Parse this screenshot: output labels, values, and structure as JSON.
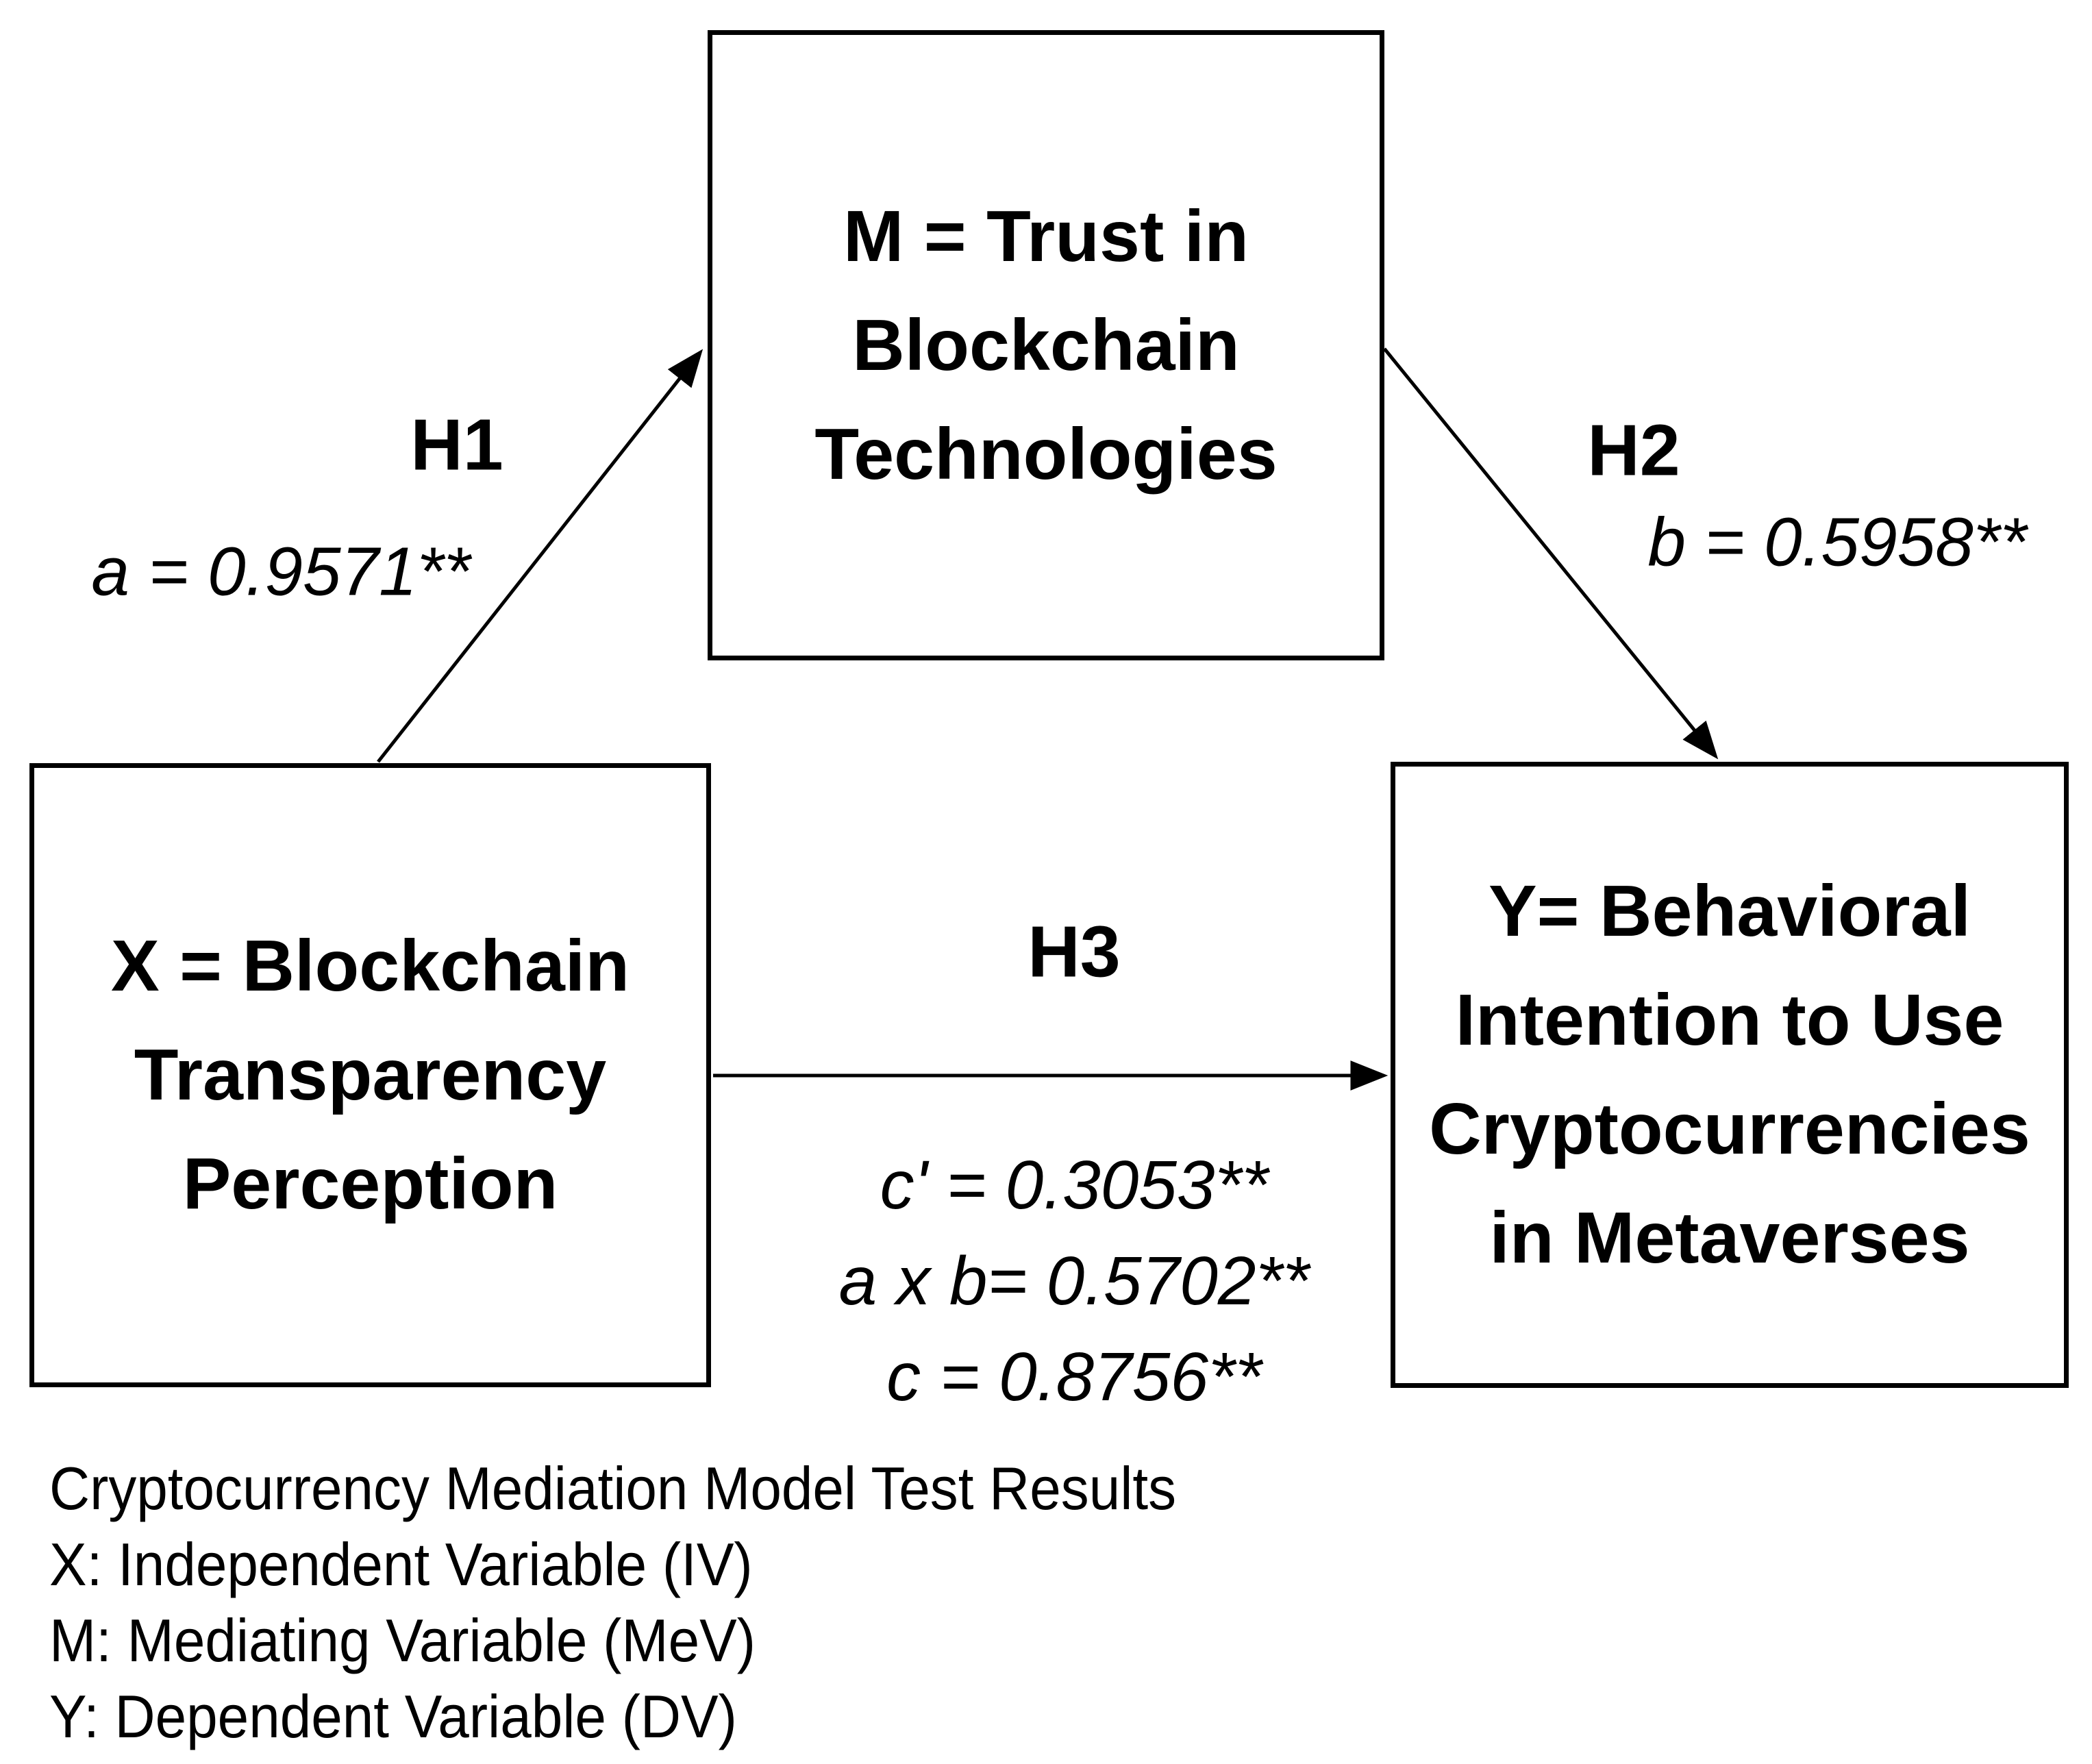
{
  "diagram": {
    "boxes": {
      "mediator": {
        "role": "M",
        "label": "M = Trust in\nBlockchain\nTechnologies"
      },
      "independent": {
        "role": "X",
        "label": "X = Blockchain\nTransparency\nPerception"
      },
      "dependent": {
        "role": "Y",
        "label": "Y= Behavioral\nIntention to Use\nCryptocurrencies\nin Metaverses"
      }
    },
    "paths": {
      "h1": {
        "label": "H1",
        "coefficient": "a = 0.9571**"
      },
      "h2": {
        "label": "H2",
        "coefficient": "b = 0.5958**"
      },
      "h3": {
        "label": "H3",
        "coefficients": [
          "c' = 0.3053**",
          "a x b= 0.5702**",
          "c = 0.8756**"
        ]
      }
    }
  },
  "footer": {
    "lines": [
      "Cryptocurrency Mediation Model Test Results",
      "X: Independent Variable (IV)",
      "M: Mediating Variable (MeV)",
      "Y: Dependent Variable (DV)"
    ]
  },
  "colors": {
    "ink": "#000000",
    "background": "#ffffff"
  }
}
